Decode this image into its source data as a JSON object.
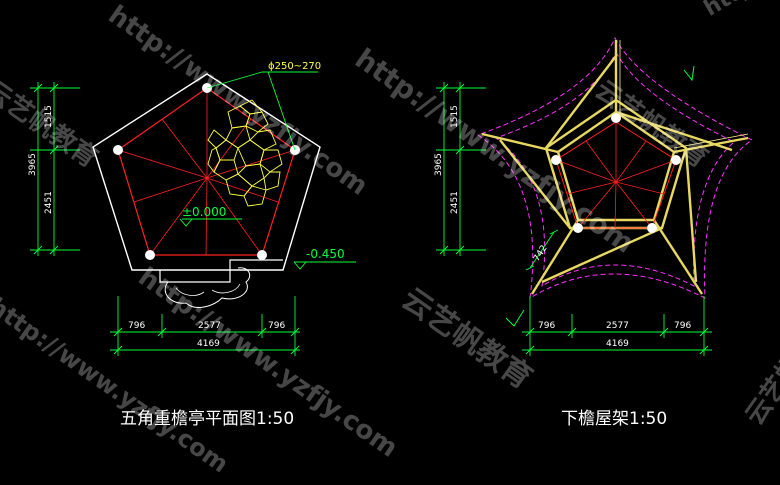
{
  "left_plan": {
    "title": "五角重檐亭平面图1:50",
    "callout_diameter": "ϕ250~270",
    "elev_zero": "±0.000",
    "elev_low": "-0.450",
    "dim_vertical_total": "3965",
    "dim_vertical_top": "1515",
    "dim_vertical_bottom": "2451",
    "dim_h_left": "796",
    "dim_h_mid": "2577",
    "dim_h_right": "796",
    "dim_h_total": "4169"
  },
  "right_plan": {
    "title": "下檐屋架1:50",
    "dim_vertical_total": "3965",
    "dim_vertical_top": "1515",
    "dim_vertical_bottom": "2451",
    "dim_diag": "742",
    "dim_h_left": "796",
    "dim_h_mid": "2577",
    "dim_h_right": "796",
    "dim_h_total": "4169"
  },
  "watermarks": {
    "url": "http://www.yzfjy.com",
    "brand": "云艺帆教育"
  },
  "colors": {
    "outline": "#ffffff",
    "red": "#ff2020",
    "yellow": "#ffff40",
    "green": "#00ff3a",
    "magenta": "#ff30ff",
    "beam": "#e8d860"
  }
}
